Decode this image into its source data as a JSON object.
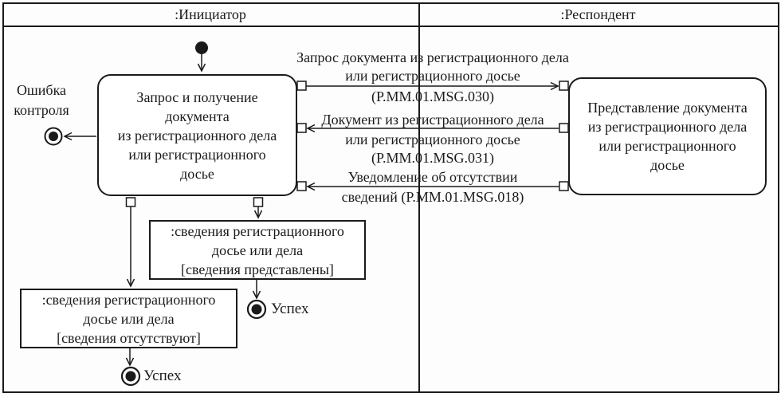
{
  "header": {
    "initiator": ":Инициатор",
    "respondent": ":Респондент"
  },
  "activity": {
    "initiator": "Запрос и получение\nдокумента\nиз регистрационного дела\nили регистрационного\nдосье",
    "respondent": "Представление документа\nиз регистрационного дела\nили регистрационного\nдосье"
  },
  "message": {
    "request_above": "Запрос документа из регистрационного дела\nили регистрационного досье",
    "request_below": "(P.MM.01.MSG.030)",
    "document_above": "Документ из регистрационного дела",
    "document_below": "или регистрационного досье\n(P.MM.01.MSG.031)",
    "notice_above": "Уведомление об отсутствии",
    "notice_below": "сведений (P.MM.01.MSG.018)"
  },
  "object_node": {
    "provided": ":сведения регистрационного\nдосье или дела\n[сведения представлены]",
    "absent": ":сведения регистрационного\nдосье или дела\n[сведения отсутствуют]"
  },
  "label": {
    "error": "Ошибка\nконтроля",
    "success_provided": "Успех",
    "success_absent": "Успех"
  },
  "colors": {
    "line": "#1a1a1a",
    "background": "#ffffff"
  }
}
